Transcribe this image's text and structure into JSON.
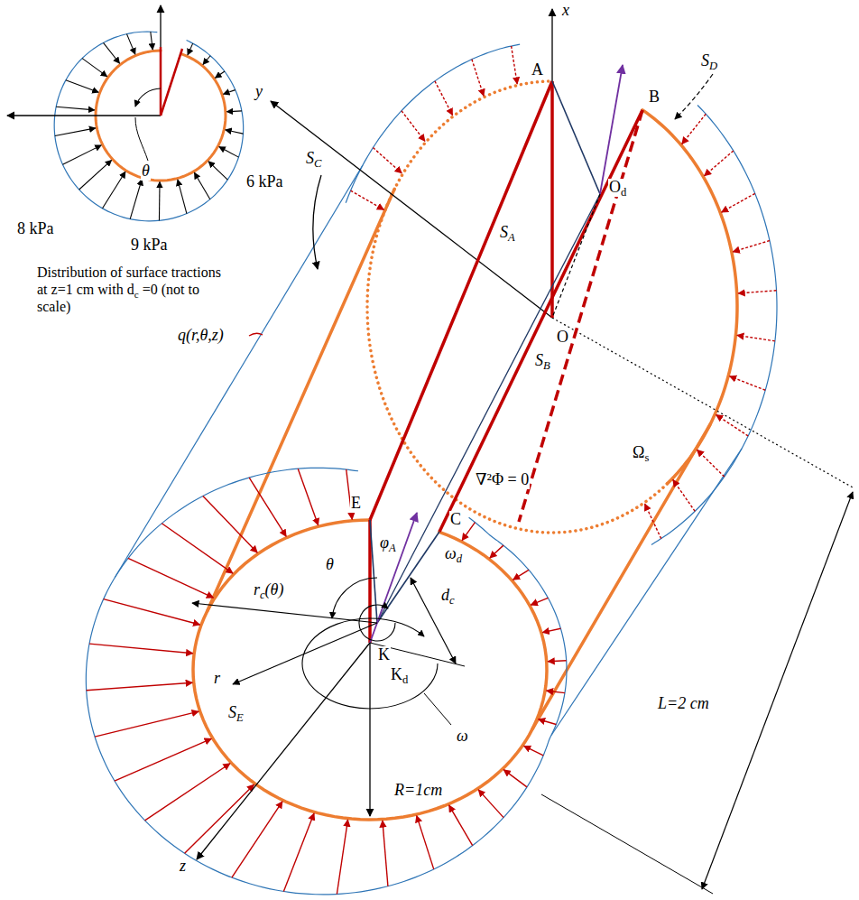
{
  "diagram": {
    "labels": [
      "x",
      "A",
      "B",
      "SD",
      "SC",
      "Od",
      "y",
      "SA",
      "O",
      "SB",
      "∇²Φ = 0",
      "Ωs",
      "E",
      "C",
      "φA",
      "θ",
      "rc(θ)",
      "ωd",
      "Kd",
      "r",
      "dc",
      "K",
      "SE",
      "ω",
      "R=1cm",
      "z",
      "L=2 cm",
      "q(r,θ,z)",
      "θ",
      "6 kPa",
      "8 kPa",
      "9 kPa",
      "Distribution of surface tractions at z=1 cm with dc =0 (not to scale)"
    ]
  }
}
